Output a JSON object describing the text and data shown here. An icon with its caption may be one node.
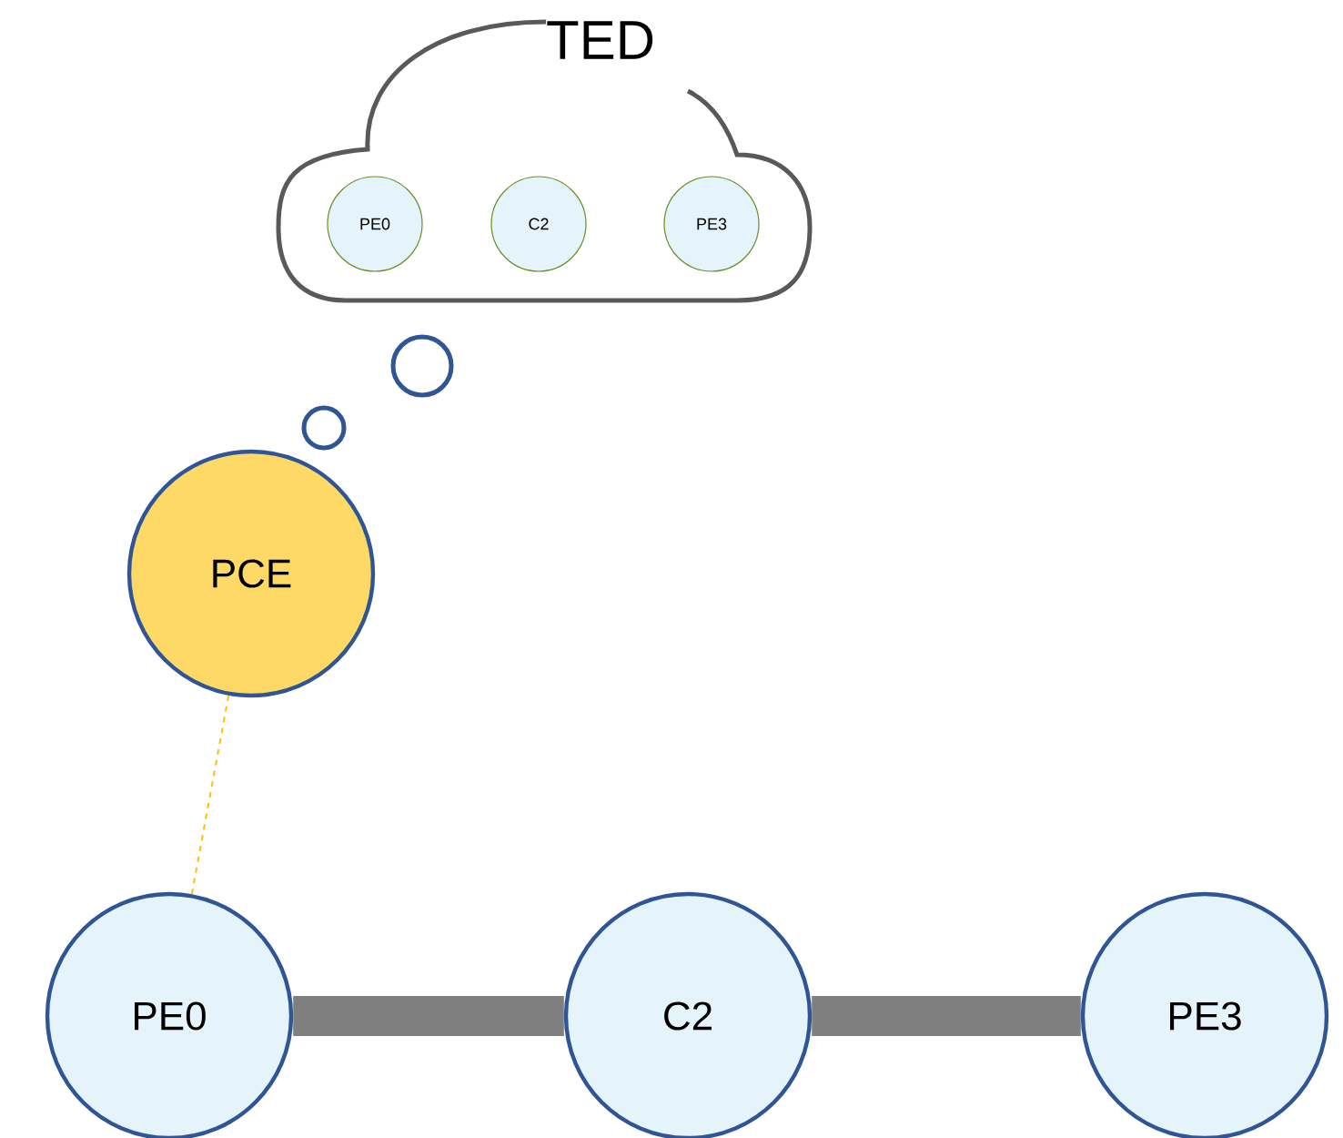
{
  "diagram": {
    "nodes": [
      {
        "text": [
          "TED"
        ]
      },
      {
        "text": [
          "PE0"
        ],
        "in": 0
      },
      {
        "text": [
          "C2"
        ],
        "in": 0
      },
      {
        "text": [
          "PE3"
        ],
        "in": 0
      },
      {
        "text": [
          "PCE"
        ]
      },
      {
        "text": [
          "PE0"
        ]
      },
      {
        "text": [
          "C2"
        ]
      },
      {
        "text": [
          "PE3"
        ]
      }
    ],
    "edges": [
      {
        "from": 4,
        "to": 5,
        "arrow": "none",
        "style": "dashed",
        "color": "#ffc000"
      },
      {
        "from": 5,
        "to": 6,
        "arrow": "none"
      },
      {
        "from": 6,
        "to": 7,
        "arrow": "none"
      }
    ]
  }
}
